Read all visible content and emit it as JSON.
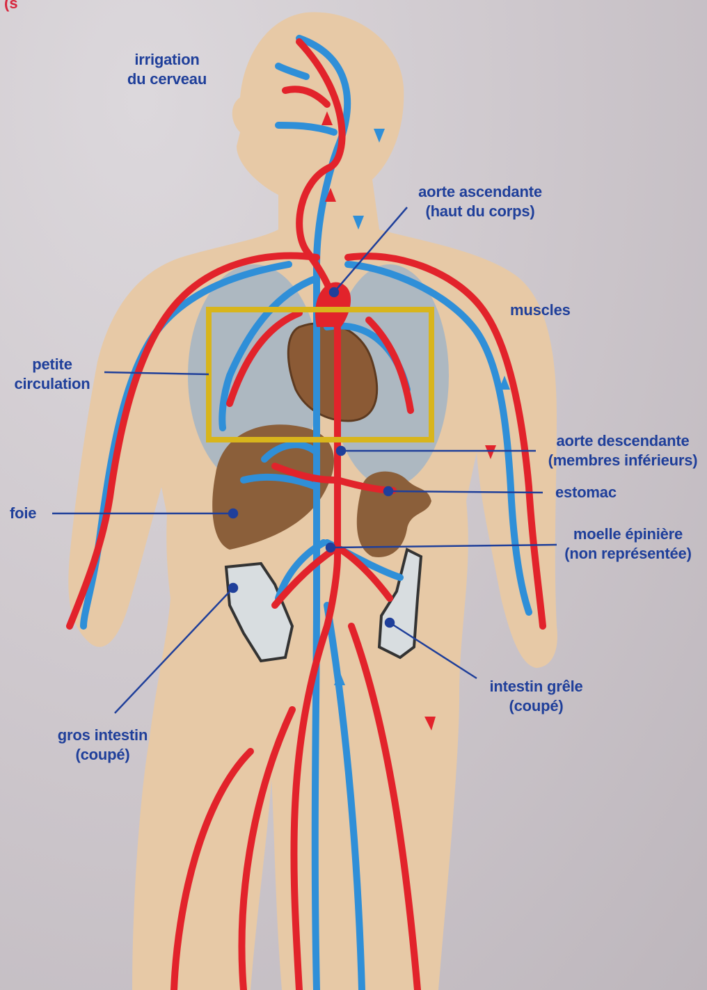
{
  "colors": {
    "artery": "#e2232b",
    "vein": "#2f8fd8",
    "body": "#e7c9a6",
    "organ": "#8b5a35",
    "lung": "#9fb4c6",
    "highlight_box": "#d8b51c",
    "label_text": "#1f3f9a",
    "leader_line": "#1f3f9a"
  },
  "labels": {
    "brain": "irrigation\ndu cerveau",
    "aorta_asc_line1": "aorte ascendante",
    "aorta_asc_line2": "(haut du corps)",
    "muscles": "muscles",
    "petite_line1": "petite",
    "petite_line2": "circulation",
    "aorta_desc_line1": "aorte descendante",
    "aorta_desc_line2": "(membres inférieurs)",
    "foie": "foie",
    "estomac": "estomac",
    "moelle_line1": "moelle épinière",
    "moelle_line2": "(non représentée)",
    "grele_line1": "intestin grêle",
    "grele_line2": "(coupé)",
    "gros_line1": "gros intestin",
    "gros_line2": "(coupé)"
  }
}
